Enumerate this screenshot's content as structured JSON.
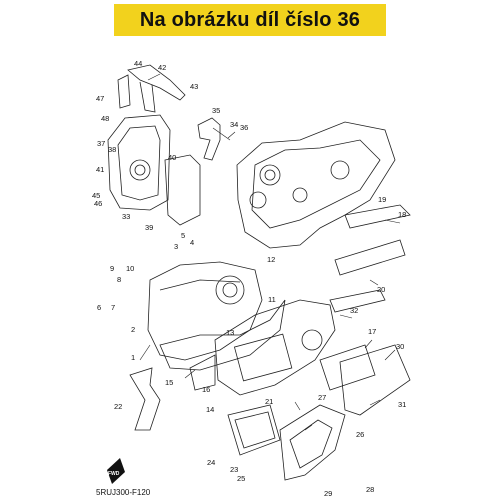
{
  "banner": {
    "text": "Na obrázku díl číslo 36",
    "color": "#f2d21d"
  },
  "drawing_code": "5RUJ300-F120",
  "fwd_label": "FWD",
  "part_labels": [
    "44",
    "42",
    "43",
    "47",
    "35",
    "48",
    "34",
    "36",
    "37",
    "38",
    "40",
    "41",
    "45",
    "46",
    "33",
    "39",
    "19",
    "18",
    "5",
    "4",
    "3",
    "12",
    "9",
    "10",
    "8",
    "20",
    "6",
    "7",
    "2",
    "11",
    "32",
    "17",
    "13",
    "30",
    "1",
    "15",
    "16",
    "14",
    "21",
    "22",
    "27",
    "31",
    "26",
    "24",
    "23",
    "25",
    "28",
    "29"
  ]
}
